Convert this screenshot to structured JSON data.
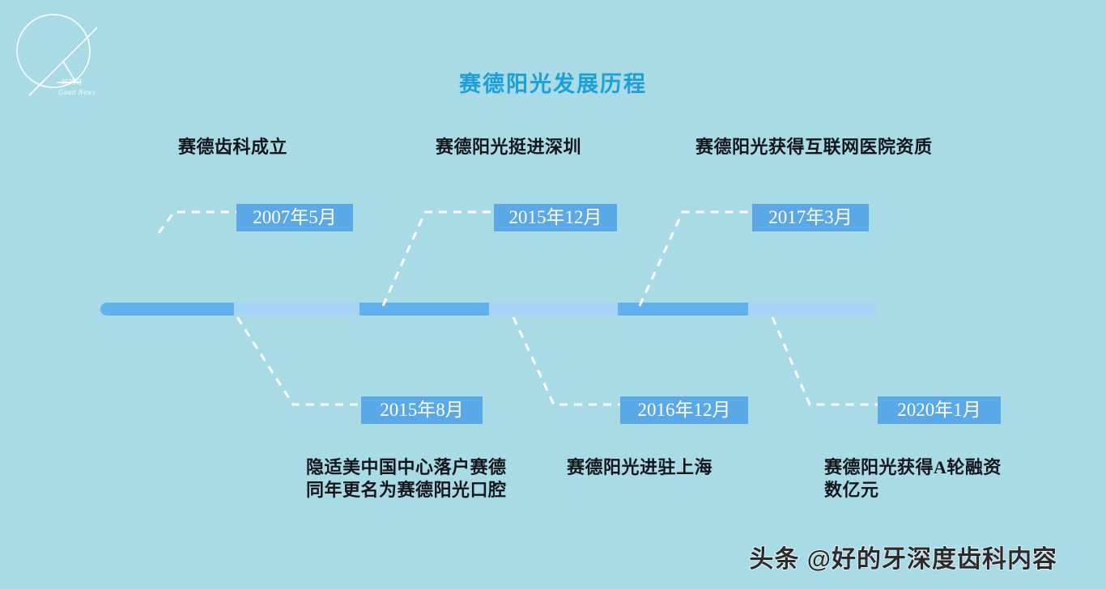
{
  "page": {
    "background_color": "#a8dbe6",
    "title": "赛德阳光发展历程",
    "title_color": "#1d9fd9"
  },
  "logo": {
    "name": "good-news-logo",
    "cn_text": "好的牙",
    "en_text": "Good News",
    "color": "#ffffff"
  },
  "timeline": {
    "bar": {
      "color_active": "#61b2ec",
      "color_inactive": "#a6d4f2",
      "badge_color": "#5aa9e6",
      "connector_color": "#ffffff"
    },
    "milestones": [
      {
        "date": "2007年5月",
        "caption": "赛德齿科成立",
        "position": "above"
      },
      {
        "date": "2015年8月",
        "caption": "隐适美中国中心落户赛德\n同年更名为赛德阳光口腔",
        "position": "below"
      },
      {
        "date": "2015年12月",
        "caption": "赛德阳光挺进深圳",
        "position": "above"
      },
      {
        "date": "2016年12月",
        "caption": "赛德阳光进驻上海",
        "position": "below"
      },
      {
        "date": "2017年3月",
        "caption": "赛德阳光获得互联网医院资质",
        "position": "above"
      },
      {
        "date": "2020年1月",
        "caption": "赛德阳光获得A轮融资\n数亿元",
        "position": "below"
      }
    ]
  },
  "footer": {
    "watermark": "头条 @好的牙深度齿科内容"
  }
}
